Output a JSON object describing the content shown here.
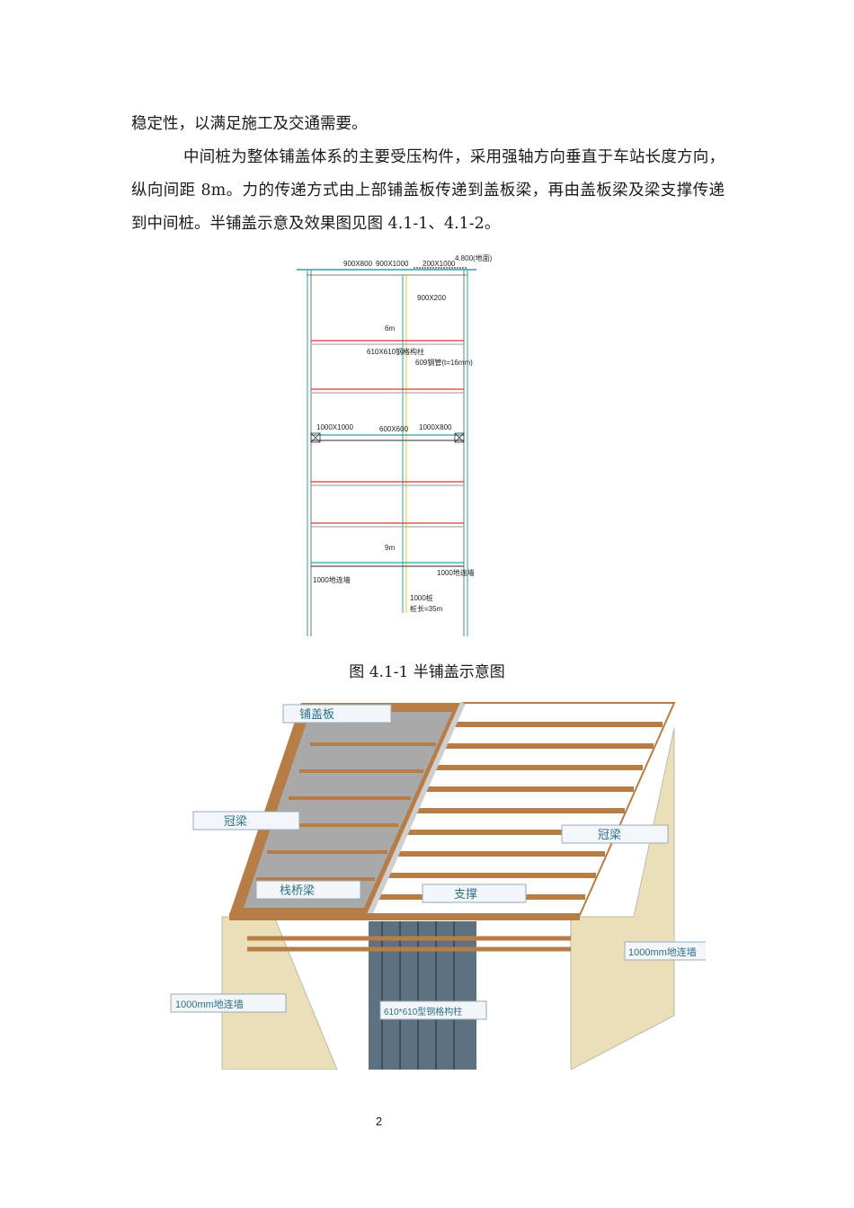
{
  "document": {
    "paragraph1": "稳定性，以满足施工及交通需要。",
    "paragraph2": "中间桩为整体铺盖体系的主要受压构件，采用强轴方向垂直于车站长度方向，纵向间距 8m。力的传递方式由上部铺盖板传递到盖板梁，再由盖板梁及梁支撑传递到中间桩。半铺盖示意及效果图见图 4.1-1、4.1-2。",
    "figure1_caption": "图 4.1-1 半铺盖示意图",
    "page_number": "2"
  },
  "figure1": {
    "labels": {
      "top_left_value": "900X800",
      "top_mid_value": "900X1000",
      "top_right_value": "200X1000",
      "elevation": "4.800(地面)",
      "cap_size": "900X200",
      "depth_top": "6m",
      "pile_section": "610X610钢格构柱",
      "steel_spec": "609钢管(t=16mm)",
      "waist_left": "1000X1000",
      "waist_mid": "600X600",
      "waist_right": "1000X800",
      "depth_bottom": "9m",
      "wall_left": "1000地连墙",
      "wall_right": "1000地连墙",
      "pile_dia": "1000桩",
      "pile_len": "桩长=35m"
    }
  },
  "figure2": {
    "labels": {
      "deck_slab": "铺盖板",
      "crown_beam_left": "冠梁",
      "crown_beam_right": "冠梁",
      "trestle_beam": "栈桥梁",
      "strut": "支撑",
      "wall_right": "1000mm地连墙",
      "wall_left": "1000mm地连墙",
      "column": "610*610型钢格构柱"
    }
  }
}
